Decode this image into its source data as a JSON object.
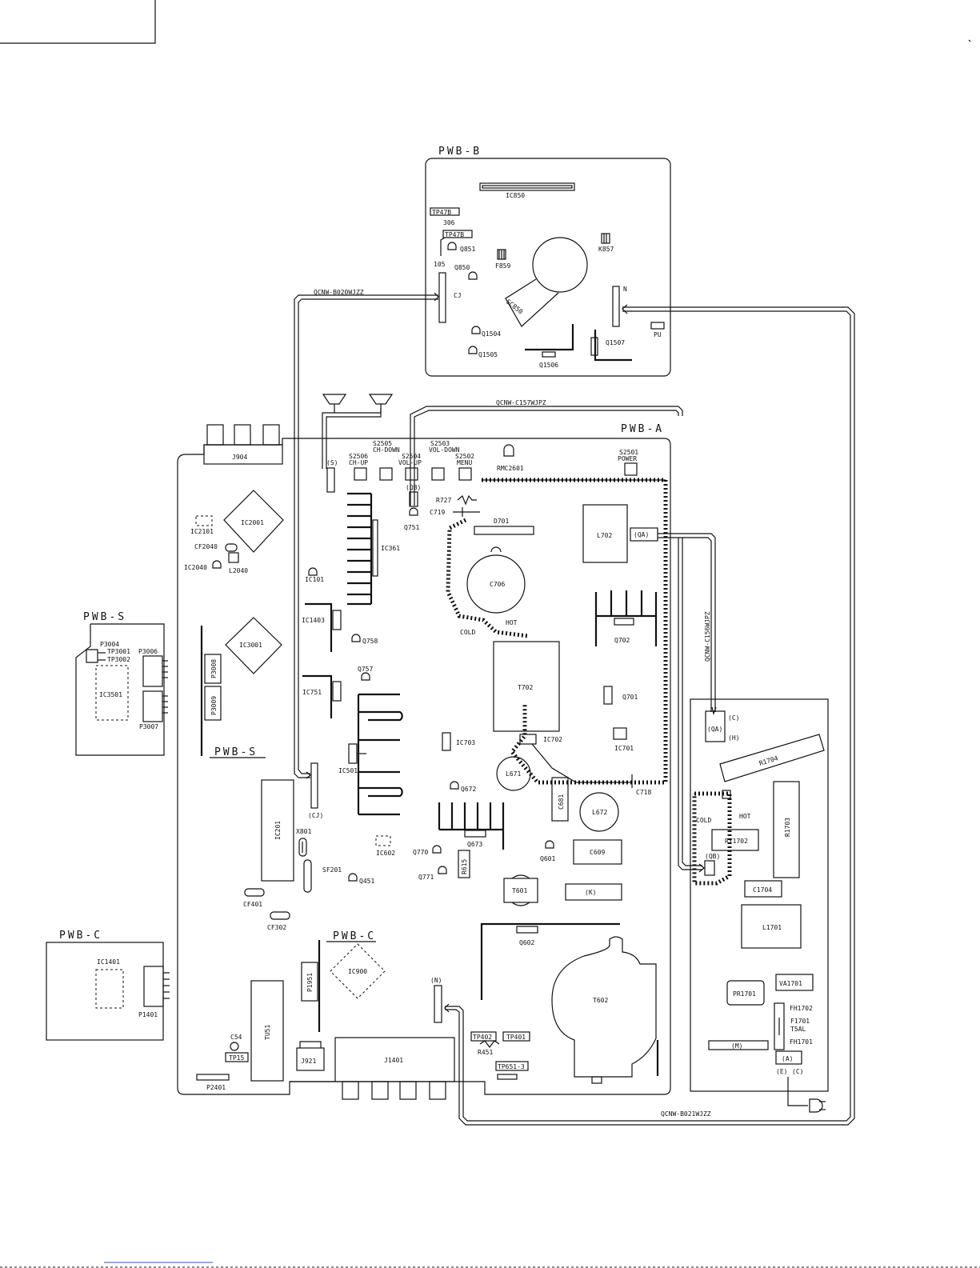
{
  "boards": {
    "pwb_b": "PWB-B",
    "pwb_a": "PWB-A",
    "pwb_s_left": "PWB-S",
    "pwb_s_inner": "PWB-S",
    "pwb_c_left": "PWB-C",
    "pwb_c_inner": "PWB-C"
  },
  "cables": {
    "b020": "QCNW-B020WJZZ",
    "c157": "QCNW-C157WJPZ",
    "c156": "QCNW-C156WJPZ",
    "b021": "QCNW-B021WJZZ"
  },
  "pwb_b_parts": {
    "ic850": "IC850",
    "tp47b_a": "TP47B",
    "n306": "306",
    "tp47b_b": "TP47B",
    "n105": "105",
    "q851": "Q851",
    "f859": "F859",
    "k857": "K857",
    "q850": "Q850",
    "cj": "CJ",
    "sc850": "SC850",
    "n": "N",
    "pu": "PU",
    "q1504": "Q1504",
    "q1505": "Q1505",
    "q1506": "Q1506",
    "q1507": "Q1507"
  },
  "pwb_a_parts": {
    "j904": "J904",
    "s": "(S)",
    "s2506": "S2506",
    "ch_up": "CH-UP",
    "s2505": "S2505",
    "ch_down": "CH-DOWN",
    "s2504": "S2504",
    "vol_up": "VOL-UP",
    "s2503": "S2503",
    "vol_down": "VOL-DOWN",
    "s2502": "S2502",
    "menu": "MENU",
    "rmc2601": "RMC2601",
    "s2501": "S2501",
    "power": "POWER",
    "qb": "(QB)",
    "r727": "R727",
    "c719": "C719",
    "q751": "Q751",
    "d701": "D701",
    "l702": "L702",
    "qa": "(QA)",
    "ic2101": "IC2101",
    "ic2001": "IC2001",
    "cf2040": "CF2040",
    "ic2040": "IC2040",
    "l2040": "L2040",
    "ic101": "IC101",
    "ic361": "IC361",
    "c706": "C706",
    "hot": "HOT",
    "cold": "COLD",
    "q702": "Q702",
    "ic1403": "IC1403",
    "q758": "Q758",
    "ic3001": "IC3001",
    "p3008": "P3008",
    "p3009": "P3009",
    "q757": "Q757",
    "ic751": "IC751",
    "t702": "T702",
    "q701": "Q701",
    "ic703": "IC703",
    "ic702": "IC702",
    "ic701": "IC701",
    "ic501": "IC501",
    "l671": "L671",
    "c718": "C718",
    "cj": "(CJ)",
    "ic201": "IC201",
    "q672": "Q672",
    "c681": "C681",
    "l672": "L672",
    "x801": "X801",
    "ic602": "IC602",
    "q673": "Q673",
    "q770": "Q770",
    "r615": "R615",
    "q601": "Q601",
    "c609": "C609",
    "sf201": "SF201",
    "q771": "Q771",
    "q451": "Q451",
    "t601": "T601",
    "k": "(K)",
    "cf401": "CF401",
    "cf302": "CF302",
    "q602": "Q602",
    "ic900": "IC900",
    "p1951": "P1951",
    "tu51": "TU51",
    "n": "(N)",
    "t602": "T602",
    "c54": "C54",
    "tp15": "TP15",
    "tp402": "TP402",
    "tp401": "TP401",
    "r451": "R451",
    "j921": "J921",
    "j1401": "J1401",
    "tp651_3": "TP651-3",
    "p2401": "P2401"
  },
  "pwb_s_parts": {
    "p3004": "P3004",
    "tp3001": "TP3001",
    "tp3002": "TP3002",
    "p3006": "P3006",
    "ic3501": "IC3501",
    "p3007": "P3007"
  },
  "pwb_c_parts": {
    "ic1401": "IC1401",
    "p1401": "P1401"
  },
  "power_parts": {
    "c": "(C)",
    "qa": "(QA)",
    "h": "(H)",
    "r1704": "R1704",
    "cold": "COLD",
    "hot": "HOT",
    "r1703": "R1703",
    "ry1702": "RY1702",
    "qb": "(QB)",
    "c1704": "C1704",
    "l1701": "L1701",
    "pr1701": "PR1701",
    "va1701": "VA1701",
    "fh1702": "FH1702",
    "f1701": "F1701",
    "t5al": "T5AL",
    "m": "(M)",
    "fh1701": "FH1701",
    "a": "(A)",
    "e": "(E)",
    "c2": "(C)"
  }
}
